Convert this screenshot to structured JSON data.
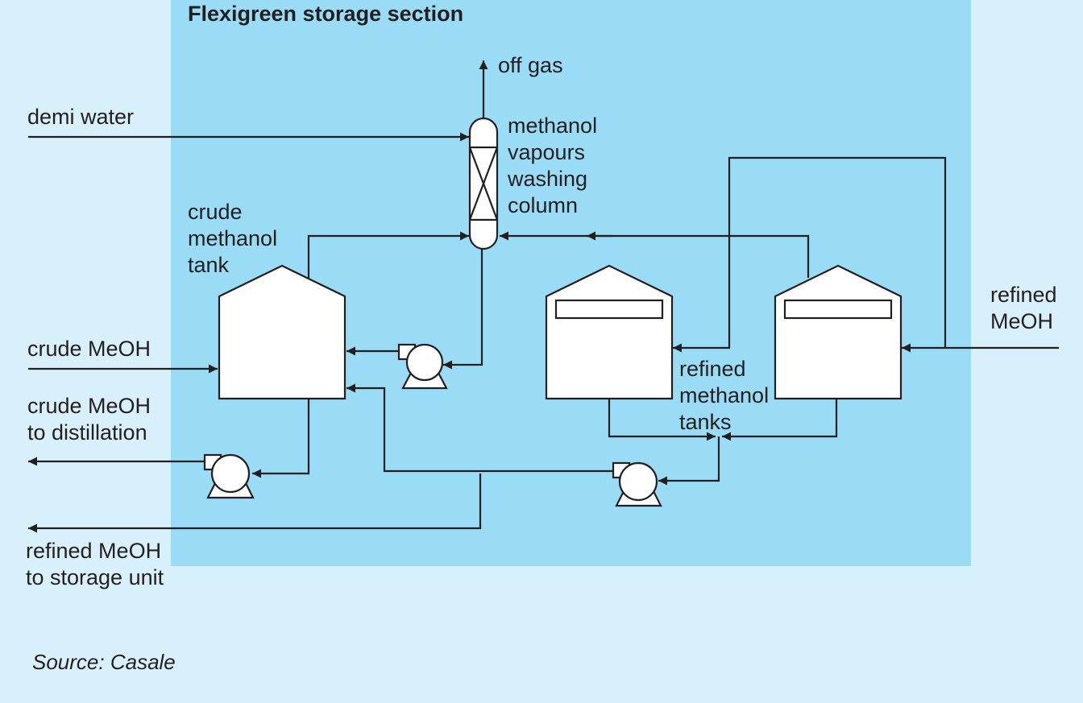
{
  "title": "Flexigreen storage section",
  "source": "Source: Casale",
  "labels": {
    "off_gas": "off gas",
    "demi_water": "demi water",
    "washing_column": "methanol\nvapours\nwashing\ncolumn",
    "crude_tank": "crude\nmethanol\ntank",
    "crude_meoh": "crude MeOH",
    "crude_to_distillation": "crude MeOH\nto distillation",
    "refined_tanks": "refined\nmethanol\ntanks",
    "refined_meoh": "refined\nMeOH",
    "refined_to_storage": "refined MeOH\nto storage unit"
  },
  "colors": {
    "page_bg": "#d8f0fb",
    "section_bg": "#9adcf5",
    "line": "#231f20",
    "equipment_fill": "#ffffff"
  }
}
